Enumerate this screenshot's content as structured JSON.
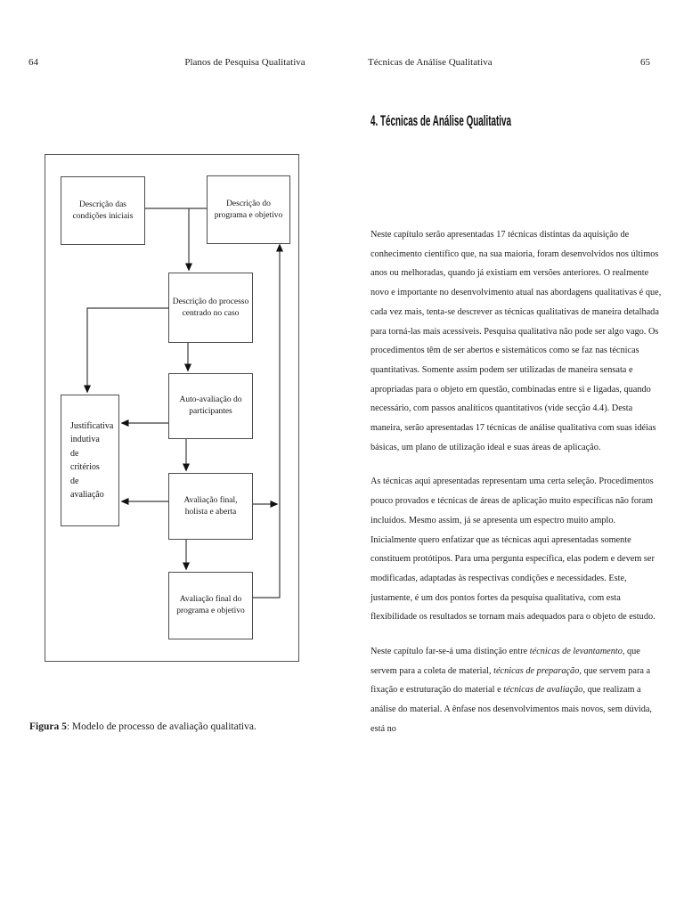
{
  "header": {
    "left_page_number": "64",
    "left_running_title": "Planos de Pesquisa Qualitativa",
    "right_running_title": "Técnicas de Análise Qualitativa",
    "right_page_number": "65"
  },
  "figure": {
    "boxes": {
      "initial_conditions": "Descrição das\ncondições iniciais",
      "program_objective": "Descrição do\nprograma e objetivo",
      "case_process": "Descrição do processo\ncentrado no caso",
      "self_evaluation": "Auto-avaliação do\nparticipantes",
      "inductive_justification": "Justificativa\nindutiva\nde\ncritérios\nde\navaliação",
      "final_evaluation": "Avaliação final,\nholista e aberta",
      "final_program_evaluation": "Avaliação final do\nprograma e objetivo"
    },
    "caption_label": "Figura 5",
    "caption_text": ": Modelo de processo de avaliação qualitativa."
  },
  "chapter": {
    "heading": "4. Técnicas de Análise Qualitativa",
    "paragraphs": [
      {
        "segments": [
          {
            "t": "Neste capítulo serão apresentadas 17 técnicas distintas da aquisição de\nconhecimento científico que, na sua maioria, foram desenvolvidos nos últimos\nanos ou melhoradas, quando já existiam em versões anteriores. O realmente\nnovo e importante no desenvolvimento atual nas abordagens qualitativas é que,\ncada vez mais, tenta-se descrever as técnicas qualitativas de maneira detalhada\npara torná-las mais acessíveis. Pesquisa qualitativa não pode ser algo vago. Os\nprocedimentos têm de ser abertos e sistemáticos como se faz nas técnicas\nquantitativas. Somente assim podem ser utilizadas de maneira sensata e\napropriadas para o objeto em questão, combinadas entre si e ligadas, quando\nnecessário, com passos analíticos quantitativos (vide secção 4.4). Desta\nmaneira, serão apresentadas 17 técnicas de análise qualitativa com suas idéias\nbásicas, um plano de utilização ideal e suas áreas de aplicação.",
            "i": false
          }
        ]
      },
      {
        "segments": [
          {
            "t": "As técnicas aqui apresentadas representam uma certa seleção. Procedimentos\npouco provados e técnicas de áreas de aplicação muito específicas não foram\nincluídos. Mesmo assim, já se apresenta um espectro muito amplo.\nInicialmente quero enfatizar que as técnicas aqui apresentadas somente\nconstituem protótipos. Para uma pergunta específica, elas podem e devem ser\nmodificadas, adaptadas às respectivas condições e necessidades. Este,\njustamente, é um dos pontos fortes da pesquisa qualitativa, com esta\nflexibilidade os resultados se tornam mais adequados para o objeto de estudo.",
            "i": false
          }
        ]
      },
      {
        "segments": [
          {
            "t": "Neste capítulo far-se-á uma distinção entre ",
            "i": false
          },
          {
            "t": "técnicas de levantamento",
            "i": true
          },
          {
            "t": ", que\nservem para a coleta de material, ",
            "i": false
          },
          {
            "t": "técnicas de preparação",
            "i": true
          },
          {
            "t": ", que servem para a\nfixação e estruturação do material e ",
            "i": false
          },
          {
            "t": "técnicas de avaliação",
            "i": true
          },
          {
            "t": ", que realizam a\nanálise do material. A ênfase nos desenvolvimentos mais novos, sem dúvida,\nestá no",
            "i": false
          }
        ]
      }
    ]
  },
  "colors": {
    "ink": "#1a1a1a",
    "diagram_line": "#3c3c3c",
    "box_border": "#4d4d4d",
    "background": "#ffffff"
  }
}
